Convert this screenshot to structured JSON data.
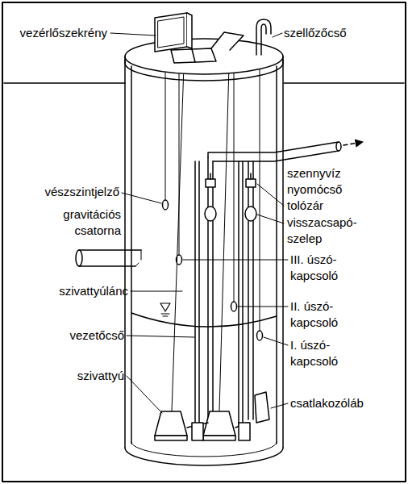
{
  "diagram": {
    "labels": [
      "vezérlőszekrény",
      "szellőzőcső",
      "szennyvíz nyomócső",
      "tolózár",
      "visszacsapó- szelep",
      "vészszintjelző",
      "gravitációs csatorna",
      "III. úszó- kapcsoló",
      "szivattyúlánc",
      "II. úszó- kapcsoló",
      "vezetőcső",
      "I. úszó- kapcsoló",
      "szivattyú",
      "csatlakozóláb"
    ]
  }
}
